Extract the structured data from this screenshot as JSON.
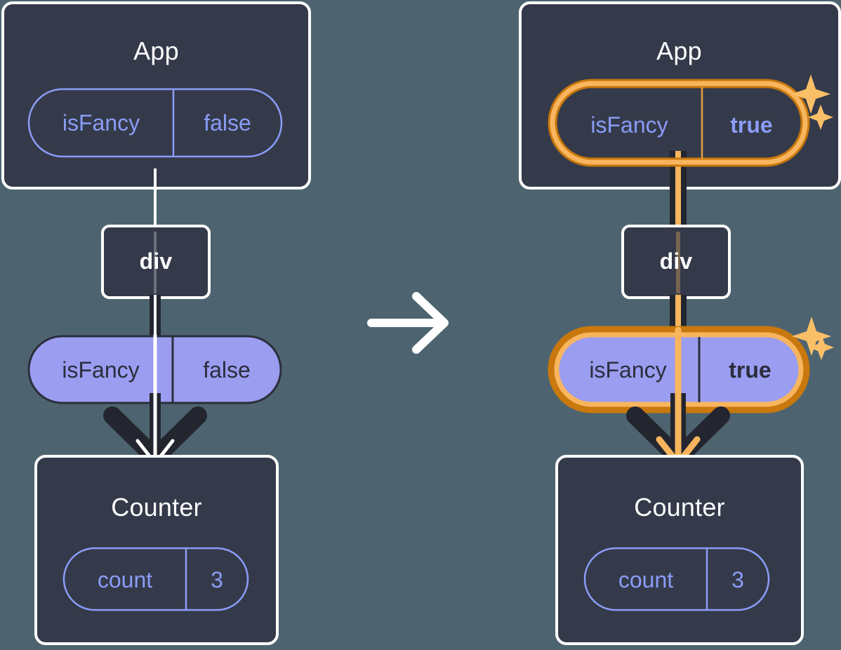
{
  "diagram": {
    "title": "React state update propagation",
    "background_color": "#4d6470",
    "transition_icon": "right-arrow-icon"
  },
  "colors": {
    "panel_background": "#343a4a",
    "node_border": "#ffffff",
    "pill_outline_stroke": "#8b9cf7",
    "pill_filled_fill": "#9a9df0",
    "pill_filled_border": "#2b2e3b",
    "highlight_outer": "#c8780c",
    "highlight_inner": "#f8b55e",
    "sparkle": "#fbbf68",
    "edge_dark": "#23262f",
    "edge_light": "#ffffff",
    "edge_highlight": "#f8b55e",
    "text_light": "#ffffff",
    "text_dark": "#2b2e3b",
    "text_purple": "#8b9cf7"
  },
  "before": {
    "id": "before-state",
    "app": {
      "label": "App",
      "state": {
        "key": "isFancy",
        "value": "false",
        "highlighted": false,
        "style": "outline"
      }
    },
    "div": {
      "label": "div"
    },
    "prop": {
      "key": "isFancy",
      "value": "false",
      "highlighted": false,
      "style": "filled"
    },
    "counter": {
      "label": "Counter",
      "state": {
        "key": "count",
        "value": "3",
        "highlighted": false,
        "style": "outline"
      }
    }
  },
  "after": {
    "id": "after-state",
    "app": {
      "label": "App",
      "state": {
        "key": "isFancy",
        "value": "true",
        "highlighted": true,
        "style": "outline"
      }
    },
    "div": {
      "label": "div"
    },
    "prop": {
      "key": "isFancy",
      "value": "true",
      "highlighted": true,
      "style": "filled"
    },
    "counter": {
      "label": "Counter",
      "state": {
        "key": "count",
        "value": "3",
        "highlighted": false,
        "style": "outline"
      }
    }
  }
}
